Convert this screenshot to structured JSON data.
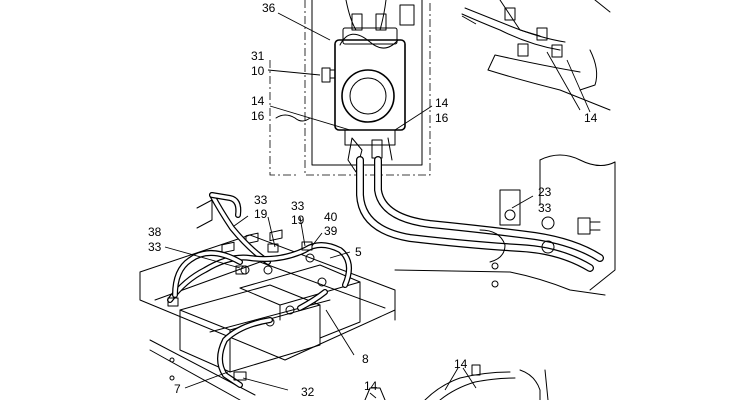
{
  "callouts": {
    "c36": "36",
    "c31": "31",
    "c10": "10",
    "c14_left": "14",
    "c16_left": "16",
    "c14_right": "14",
    "c16_right": "16",
    "c14_topright": "14",
    "c23": "23",
    "c33_right": "33",
    "c33_a": "33",
    "c19_a": "19",
    "c33_b": "33",
    "c19_b": "19",
    "c40": "40",
    "c39": "39",
    "c5": "5",
    "c38": "38",
    "c33_left": "33",
    "c8": "8",
    "c7": "7",
    "c32": "32",
    "c14_bottom_a": "14",
    "c14_bottom_b": "14"
  }
}
